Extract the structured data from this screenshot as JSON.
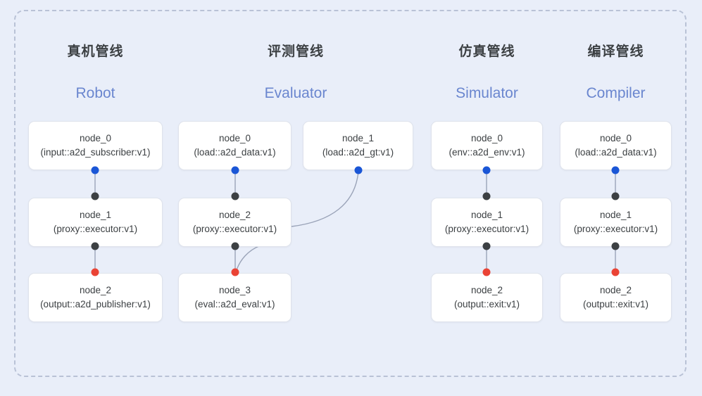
{
  "frame": {
    "border_color": "#b9c2d6",
    "background": "#e9eef9"
  },
  "palette": {
    "port_blue": "#1a56d6",
    "port_black": "#3c4043",
    "port_red": "#ea4335",
    "edge_line": "#9aa3b8",
    "title_cn": "#3c4043",
    "title_en": "#6a86cf",
    "node_bg": "#ffffff",
    "node_border": "#dfe3ec"
  },
  "columns": [
    {
      "id": "robot",
      "title_cn": "真机管线",
      "title_en": "Robot",
      "nodes": [
        {
          "name": "node_0",
          "type": "(input::a2d_subscriber:v1)"
        },
        {
          "name": "node_1",
          "type": "(proxy::executor:v1)"
        },
        {
          "name": "node_2",
          "type": "(output::a2d_publisher:v1)"
        }
      ]
    },
    {
      "id": "evaluator",
      "title_cn": "评测管线",
      "title_en": "Evaluator",
      "nodes": [
        {
          "name": "node_0",
          "type": "(load::a2d_data:v1)"
        },
        {
          "name": "node_1",
          "type": "(load::a2d_gt:v1)"
        },
        {
          "name": "node_2",
          "type": "(proxy::executor:v1)"
        },
        {
          "name": "node_3",
          "type": "(eval::a2d_eval:v1)"
        }
      ]
    },
    {
      "id": "simulator",
      "title_cn": "仿真管线",
      "title_en": "Simulator",
      "nodes": [
        {
          "name": "node_0",
          "type": "(env::a2d_env:v1)"
        },
        {
          "name": "node_1",
          "type": "(proxy::executor:v1)"
        },
        {
          "name": "node_2",
          "type": "(output::exit:v1)"
        }
      ]
    },
    {
      "id": "compiler",
      "title_cn": "编译管线",
      "title_en": "Compiler",
      "nodes": [
        {
          "name": "node_0",
          "type": "(load::a2d_data:v1)"
        },
        {
          "name": "node_1",
          "type": "(proxy::executor:v1)"
        },
        {
          "name": "node_2",
          "type": "(output::exit:v1)"
        }
      ]
    }
  ]
}
